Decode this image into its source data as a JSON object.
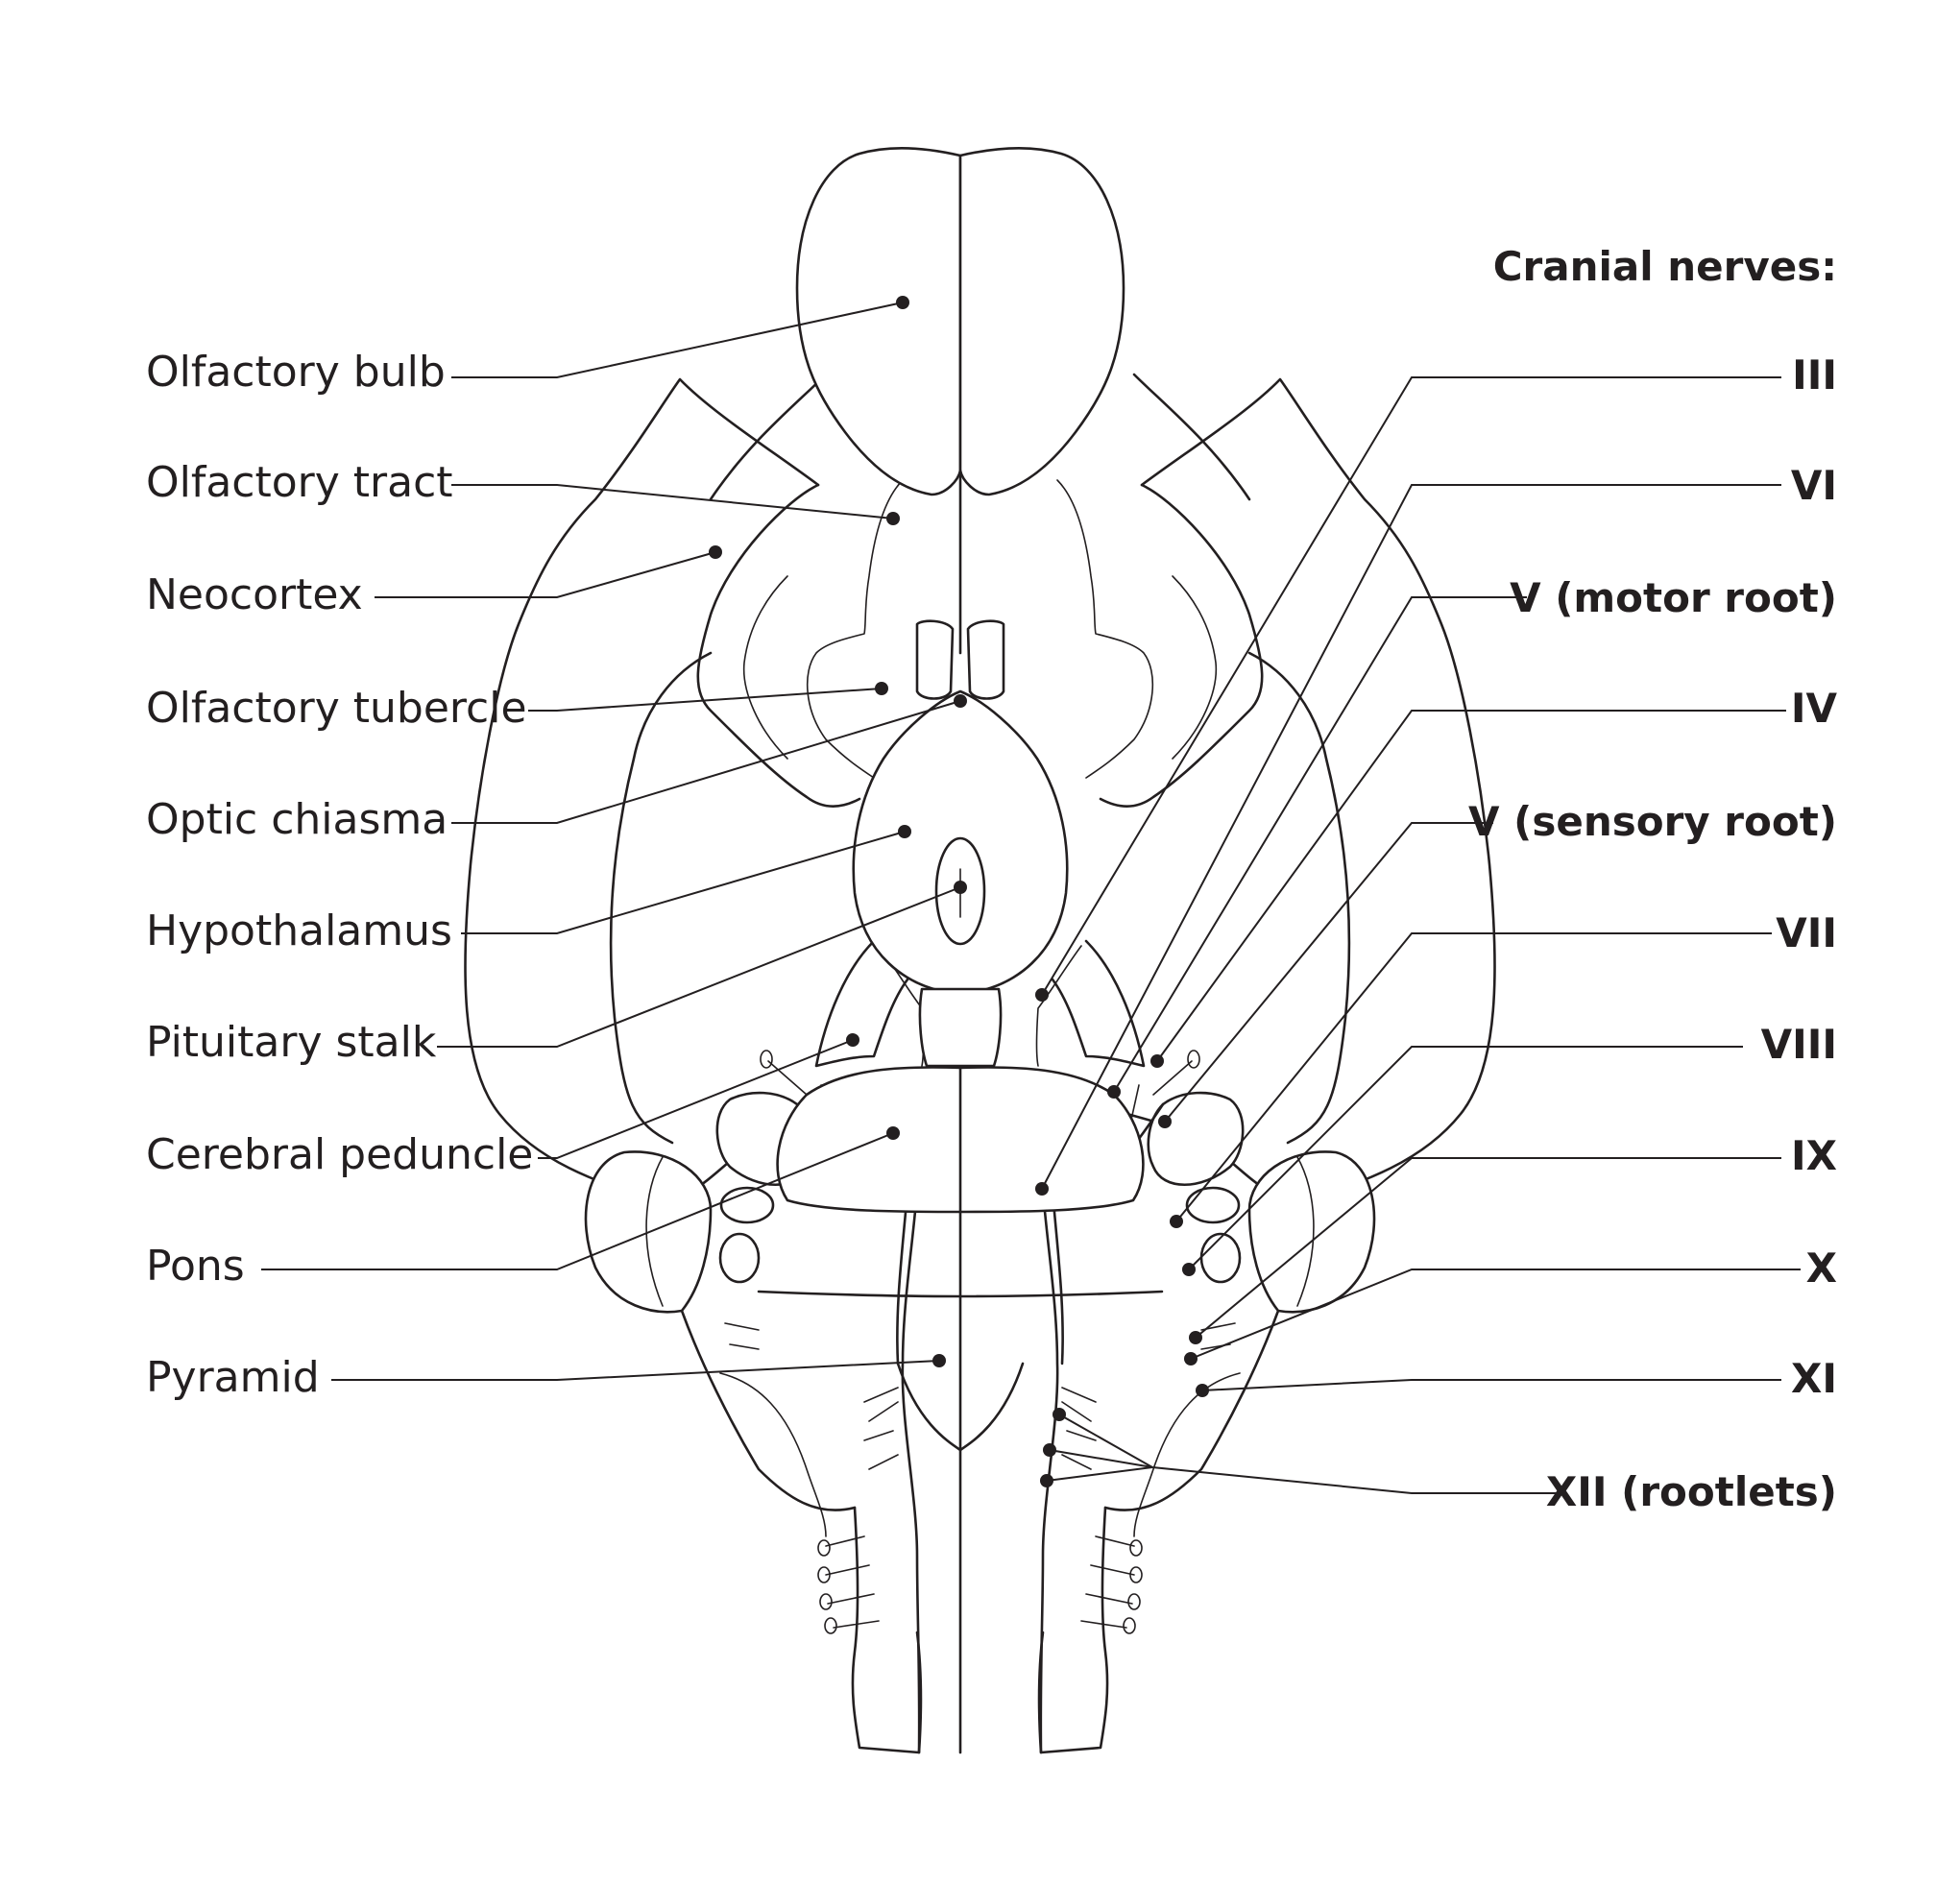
{
  "left_labels": [
    "Olfactory bulb",
    "Olfactory tract",
    "Neocortex",
    "Olfactory tubercle",
    "Optic chiasma",
    "Hypothalamus",
    "Pituitary stalk",
    "Cerebral peduncle",
    "Pons",
    "Pyramid"
  ],
  "right_heading": "Cranial nerves:",
  "right_labels": [
    "III",
    "VI",
    "V (motor root)",
    "IV",
    "V (sensory root)",
    "VII",
    "VIII",
    "IX",
    "X",
    "XI",
    "XII (rootlets)"
  ]
}
